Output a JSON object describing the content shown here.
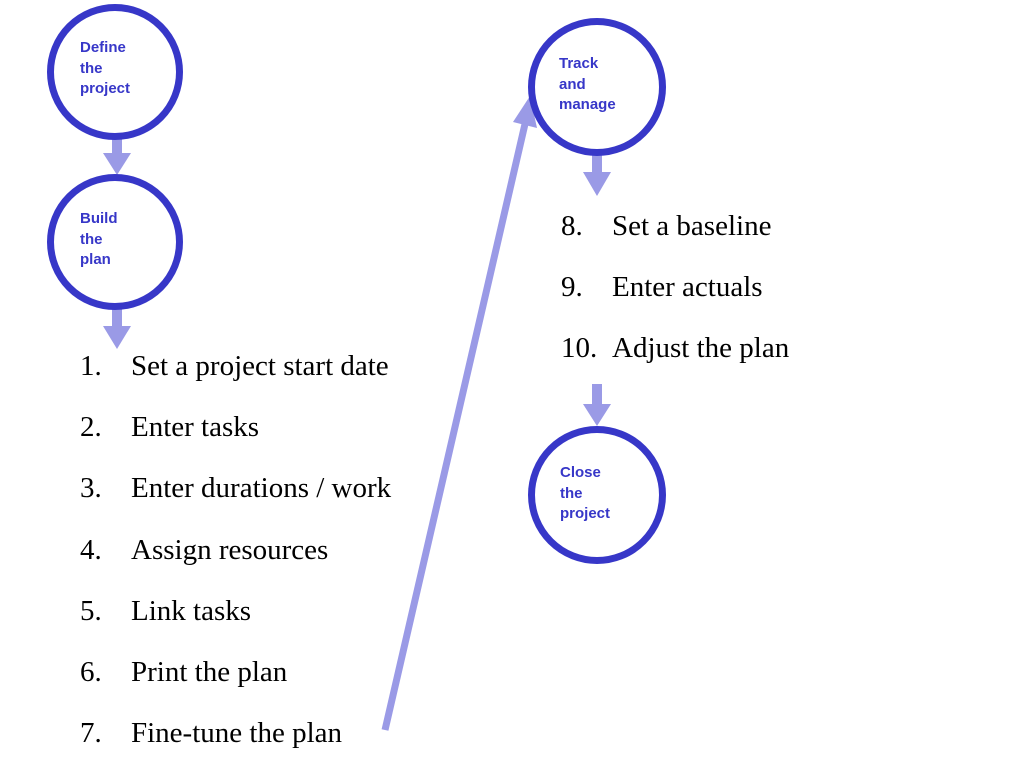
{
  "colors": {
    "circle_border": "#3737c8",
    "circle_text": "#3737c8",
    "connector": "#9a9ae6",
    "step_text": "#000000"
  },
  "phases": {
    "define": {
      "label": "Define\nthe\nproject"
    },
    "build": {
      "label": "Build\nthe\nplan"
    },
    "track": {
      "label": "Track\nand\nmanage"
    },
    "close": {
      "label": "Close\nthe\nproject"
    }
  },
  "build_steps": [
    {
      "number": "1.",
      "text": "Set a project start date"
    },
    {
      "number": "2.",
      "text": "Enter tasks"
    },
    {
      "number": "3.",
      "text": "Enter durations / work"
    },
    {
      "number": "4.",
      "text": "Assign resources"
    },
    {
      "number": "5.",
      "text": "Link tasks"
    },
    {
      "number": "6.",
      "text": "Print the plan"
    },
    {
      "number": "7.",
      "text": "Fine-tune the plan"
    }
  ],
  "track_steps": [
    {
      "number": "8.",
      "text": "Set a baseline"
    },
    {
      "number": "9.",
      "text": "Enter actuals"
    },
    {
      "number": "10.",
      "text": "Adjust the plan"
    }
  ]
}
